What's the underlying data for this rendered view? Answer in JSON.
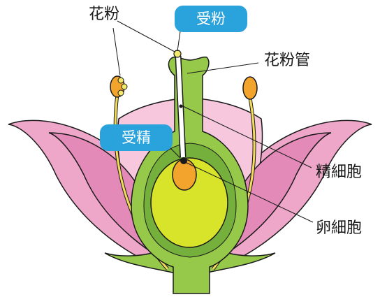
{
  "labels": {
    "pollen": "花粉",
    "pollen_tube": "花粉管",
    "sperm_cell": "精細胞",
    "egg_cell": "卵細胞"
  },
  "badges": {
    "pollination": "受粉",
    "fertilization": "受精"
  },
  "colors": {
    "petal_outer": "#efa7c9",
    "petal_mid": "#e48ab8",
    "petal_inner": "#f7c8dd",
    "pistil_green": "#96c84a",
    "ovary_dark": "#76b03c",
    "ovule_yellow": "#d8e42a",
    "egg_orange": "#f2a42c",
    "anther_orange": "#f2a42c",
    "filament_yellow": "#f3dc5a",
    "badge_blue": "#2aa3dc",
    "outline": "#1a1a1a"
  }
}
